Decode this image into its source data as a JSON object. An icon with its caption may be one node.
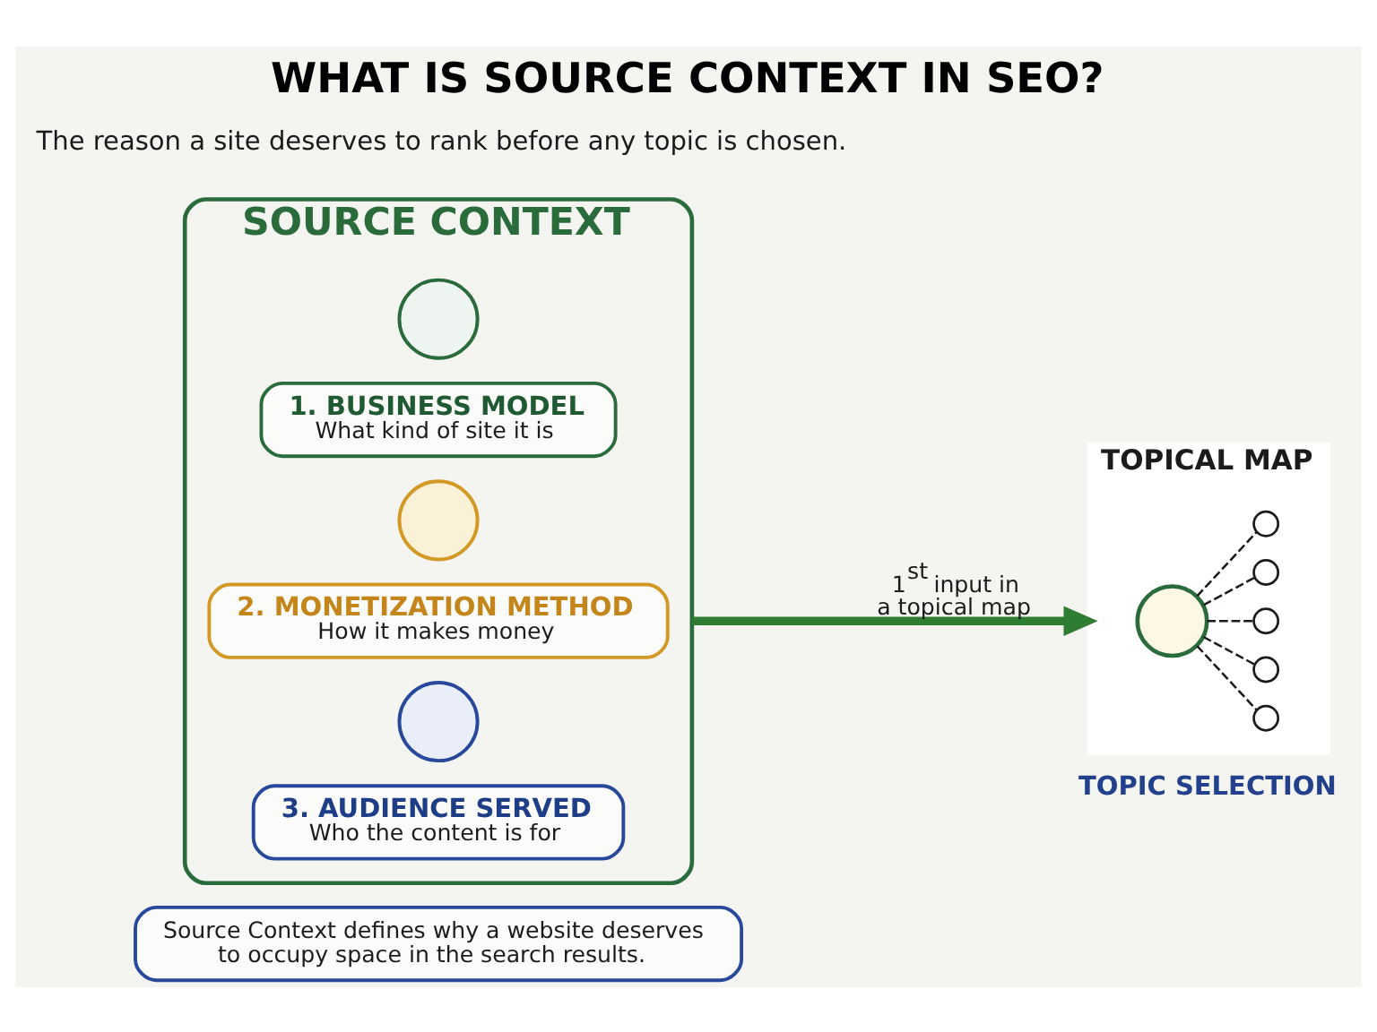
{
  "diagram": {
    "title": "WHAT IS SOURCE CONTEXT IN SEO?",
    "nodes": [
      {
        "text": [
          "SOURCE CONTEXT"
        ]
      },
      {
        "text": [],
        "shape": "circle",
        "in": 0
      },
      {
        "text": [
          "1. BUSINESS MODEL",
          "What kind of site it is"
        ],
        "in": 0
      },
      {
        "text": [],
        "shape": "circle",
        "in": 0
      },
      {
        "text": [
          "2. MONETIZATION METHOD",
          "How it makes money"
        ],
        "in": 0
      },
      {
        "text": [],
        "shape": "circle",
        "in": 0
      },
      {
        "text": [
          "3. AUDIENCE SERVED",
          "Who the content is for"
        ],
        "in": 0
      },
      {
        "text": [
          "TOPICAL MAP"
        ],
        "beside": [
          "TOPIC SELECTION"
        ]
      },
      {
        "text": [],
        "shape": "circle",
        "in": 7
      },
      {
        "text": [],
        "shape": "circle",
        "in": 7
      },
      {
        "text": [],
        "shape": "circle",
        "in": 7
      },
      {
        "text": [],
        "shape": "circle",
        "in": 7
      },
      {
        "text": [],
        "shape": "circle",
        "in": 7
      },
      {
        "text": [],
        "shape": "circle",
        "in": 7
      },
      {
        "text": [
          "Source Context defines why a website deserves to occupy space in the search results."
        ]
      }
    ],
    "edges": [
      {
        "from": 0,
        "to": 7,
        "arrow": "to",
        "label": "1$^{st}$ input in a topical map",
        "style": "thick",
        "color": "#2e7d32"
      },
      {
        "from": 10,
        "to": 8,
        "arrow": "none",
        "style": "dashed"
      },
      {
        "from": 10,
        "to": 9,
        "arrow": "none",
        "style": "dashed"
      },
      {
        "from": 10,
        "to": 11,
        "arrow": "none",
        "style": "dashed"
      },
      {
        "from": 10,
        "to": 12,
        "arrow": "none",
        "style": "dashed"
      },
      {
        "from": 10,
        "to": 13,
        "arrow": "none",
        "style": "dashed"
      }
    ],
    "labels": [
      "The reason a site deserves to rank before any topic is chosen."
    ]
  }
}
